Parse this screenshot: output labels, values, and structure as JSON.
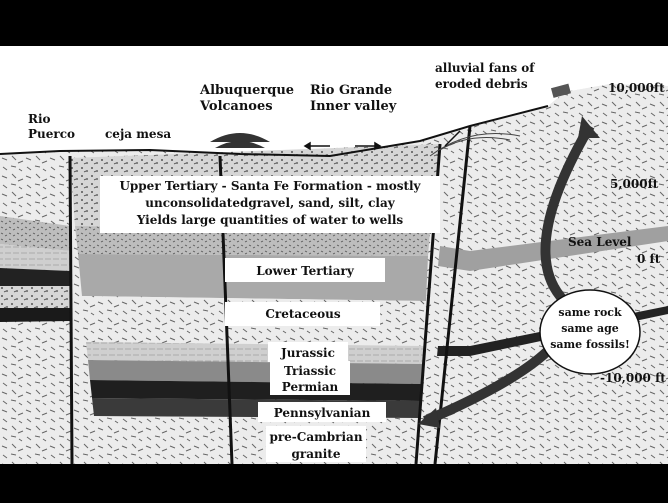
{
  "labels": {
    "rio_puerco": [
      "Rio",
      "Puerco"
    ],
    "ceja_mesa": "ceja mesa",
    "albuquerque_volcanoes": [
      "Albuquerque",
      "Volcanoes"
    ],
    "rio_grande": [
      "Rio Grande",
      "Inner valley"
    ],
    "alluvial_fans": [
      "alluvial fans of",
      "eroded debris"
    ],
    "elevation_10000": "10,000ft",
    "elevation_5000": "5,000ft",
    "sea_level": "Sea Level",
    "elevation_0": "0 ft",
    "elevation_neg10000": "-10,000 ft",
    "upper_tertiary": [
      "Upper Tertiary - Santa Fe Formation - mostly",
      "unconsolidatedgravel, sand, silt, clay",
      "Yields large quantities of water to wells"
    ],
    "lower_tertiary": "Lower Tertiary",
    "cretaceous": "Cretaceous",
    "jurassic": "Jurassic",
    "triassic": "Triassic",
    "permian": "Permian",
    "pennsylvanian": "Pennsylvanian",
    "pre_cambrian": [
      "pre-Cambrian",
      "granite"
    ],
    "callout": [
      "same rock",
      "same age",
      "same fossils!"
    ]
  },
  "colors": {
    "band_dark": "#222222",
    "band_gray": "#9a9a9a",
    "band_light": "#cfcfcf",
    "granite": "#e2e2e2"
  }
}
